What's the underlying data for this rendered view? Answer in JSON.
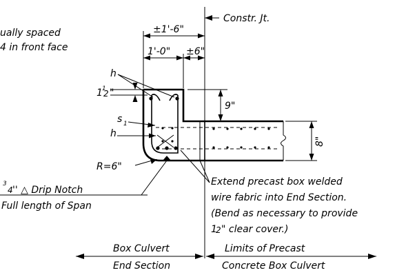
{
  "labels": {
    "note_spacing_line1": "ually spaced",
    "note_spacing_line2": "4 in front face",
    "constr_jt": "Constr. Jt.",
    "dim_1_6": "±1'-6\"",
    "dim_1_0": "1'-0\"",
    "dim_6": "±6\"",
    "h_top": "h",
    "h_mid": "h",
    "s1_main": "s",
    "s1_sub": "1",
    "dim_9": "9\"",
    "dim_8": "8\"",
    "clear_1": "1",
    "clear_frac": "1",
    "clear_frac_den": "2",
    "clear_inch": "\"",
    "radius": "R=6\"",
    "drip_num": "3",
    "drip_den": "4",
    "drip_text": "'' △ Drip Notch",
    "span_text": "Full length of Span",
    "extend_line1": "Extend precast box welded",
    "extend_line2": "wire fabric into End Section.",
    "extend_line3": "(Bend as necessary to provide",
    "extend_line4_a": "1",
    "extend_line4_frac": "2",
    "extend_line4_b": "\" clear cover.)",
    "box_culvert": "Box Culvert",
    "end_section": "End Section",
    "limits_precast": "Limits of Precast",
    "concrete_box": "Concrete Box Culvert"
  }
}
